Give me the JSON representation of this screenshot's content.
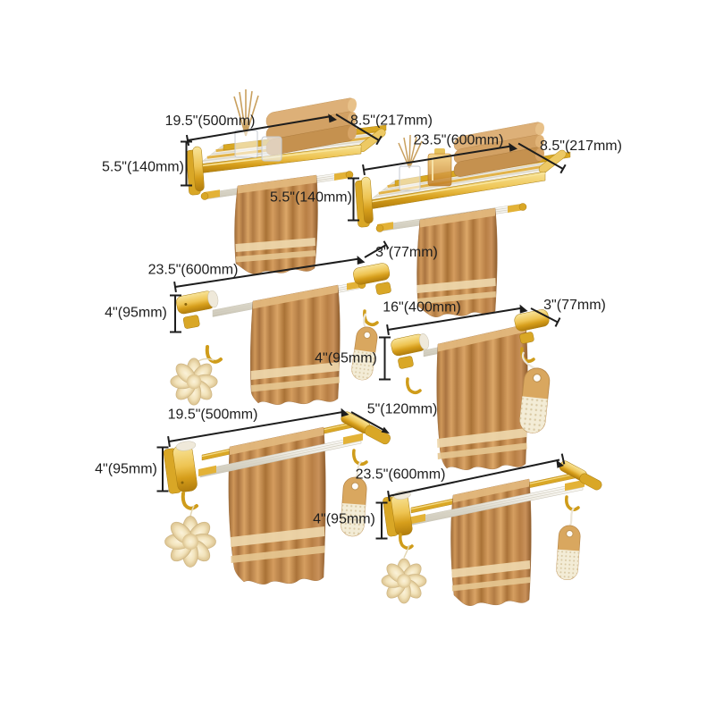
{
  "figure": {
    "type": "product-dimension-diagram",
    "subject": "gold and acrylic bathroom towel rack set with dimension annotations",
    "background": "#ffffff"
  },
  "colors": {
    "dimension_lines": "#1d1d1d",
    "gold": "#e3b237",
    "gold_dark": "#b07c0d",
    "gold_light": "#f8e49a",
    "towel": "#c9915a",
    "towel_band": "#eed7ab",
    "bar_white": "#f0ede4",
    "sponge": "#f2e3bb",
    "brush_wood": "#d9a75f",
    "brush_bristle": "#f3ecd6"
  },
  "products": [
    {
      "id": "towel-shelf-19-5",
      "type": "towel shelf with bar",
      "items": [
        "folded towels",
        "reed diffuser",
        "glass cup",
        "hanging towel"
      ],
      "width_label": "19.5\"(500mm)",
      "depth_label": "8.5\"(217mm)",
      "height_label": "5.5\"(140mm)"
    },
    {
      "id": "towel-shelf-23-5",
      "type": "towel shelf with bar",
      "items": [
        "folded towels",
        "reed diffuser",
        "amber bottle",
        "hanging towel"
      ],
      "width_label": "23.5\"(600mm)",
      "depth_label": "8.5\"(217mm)",
      "height_label": "5.5\"(140mm)"
    },
    {
      "id": "towel-bar-23-5",
      "type": "single towel bar with hooks",
      "items": [
        "hanging towel",
        "loofah sponge",
        "bath brush"
      ],
      "width_label": "23.5\"(600mm)",
      "depth_label": "3\"(77mm)",
      "height_label": "4\"(95mm)"
    },
    {
      "id": "towel-bar-16",
      "type": "single towel bar with hooks",
      "items": [
        "hanging towel",
        "bath brush"
      ],
      "width_label": "16\"(400mm)",
      "depth_label": "3\"(77mm)",
      "height_label": "4\"(95mm)"
    },
    {
      "id": "double-towel-bar-19-5",
      "type": "double towel bar with hooks",
      "items": [
        "hanging towel",
        "loofah sponge",
        "bath brush"
      ],
      "width_label": "19.5\"(500mm)",
      "depth_label": "5\"(120mm)",
      "height_label": "4\"(95mm)"
    },
    {
      "id": "double-towel-bar-23-5",
      "type": "double towel bar with hooks",
      "items": [
        "hanging towel",
        "loofah sponge",
        "bath brush"
      ],
      "width_label": "23.5\"(600mm)",
      "height_label": "4\"(95mm)"
    }
  ]
}
